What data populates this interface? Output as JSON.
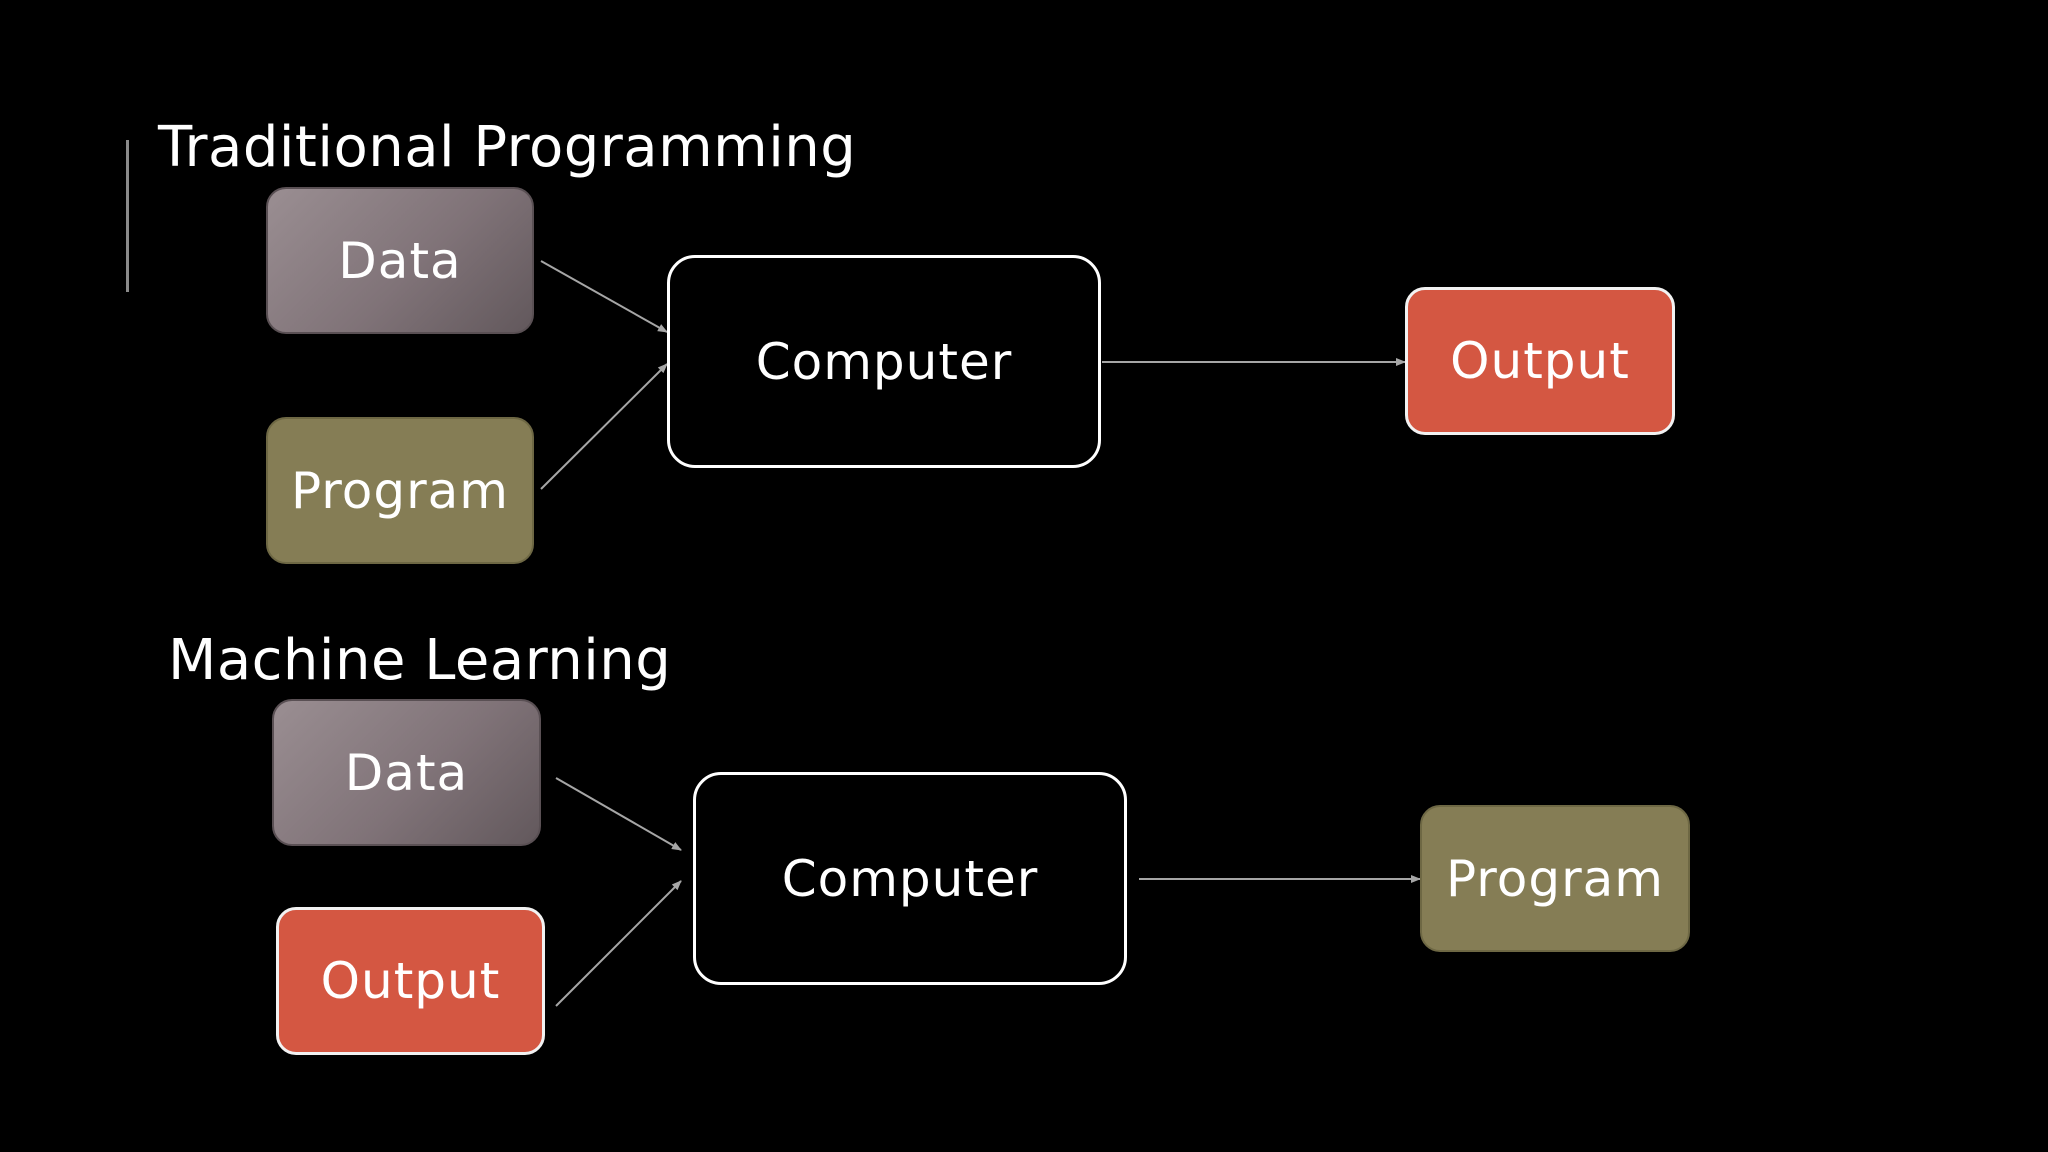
{
  "colors": {
    "background": "#000000",
    "data_box": "#877b80",
    "program_box": "#857d55",
    "output_box": "#d45742",
    "computer_border": "#ffffff",
    "arrow": "#a6a6a6"
  },
  "traditional": {
    "title": "Traditional Programming",
    "input_top": "Data",
    "input_bottom": "Program",
    "processor": "Computer",
    "result": "Output"
  },
  "machine_learning": {
    "title": "Machine Learning",
    "input_top": "Data",
    "input_bottom": "Output",
    "processor": "Computer",
    "result": "Program"
  }
}
